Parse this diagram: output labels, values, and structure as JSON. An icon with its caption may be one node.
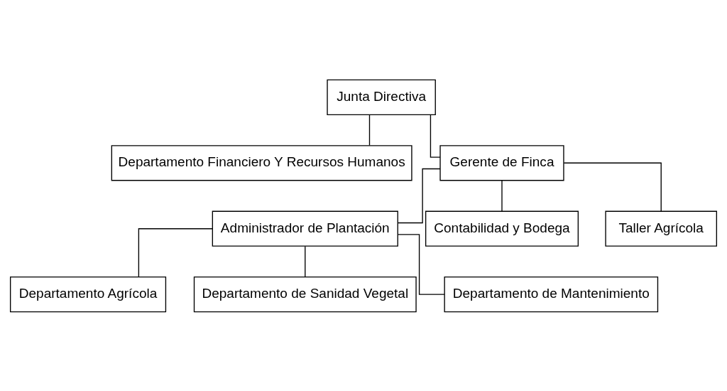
{
  "diagram": {
    "nodes": [
      {
        "text": [
          "Junta Directiva"
        ]
      },
      {
        "text": [
          "Departamento Financiero Y Recursos Humanos"
        ]
      },
      {
        "text": [
          "Gerente de Finca"
        ]
      },
      {
        "text": [
          "Administrador de Plantación"
        ]
      },
      {
        "text": [
          "Contabilidad y Bodega"
        ]
      },
      {
        "text": [
          "Taller Agrícola"
        ]
      },
      {
        "text": [
          "Departamento Agrícola"
        ]
      },
      {
        "text": [
          "Departamento de Sanidad Vegetal"
        ]
      },
      {
        "text": [
          "Departamento de Mantenimiento"
        ]
      }
    ],
    "edges": [
      {
        "from": 0,
        "to": 1,
        "arrow": "none"
      },
      {
        "from": 0,
        "to": 2,
        "arrow": "none"
      },
      {
        "from": 2,
        "to": 3,
        "arrow": "none"
      },
      {
        "from": 2,
        "to": 4,
        "arrow": "none"
      },
      {
        "from": 2,
        "to": 5,
        "arrow": "none"
      },
      {
        "from": 3,
        "to": 6,
        "arrow": "none"
      },
      {
        "from": 3,
        "to": 7,
        "arrow": "none"
      },
      {
        "from": 3,
        "to": 8,
        "arrow": "none"
      }
    ]
  }
}
